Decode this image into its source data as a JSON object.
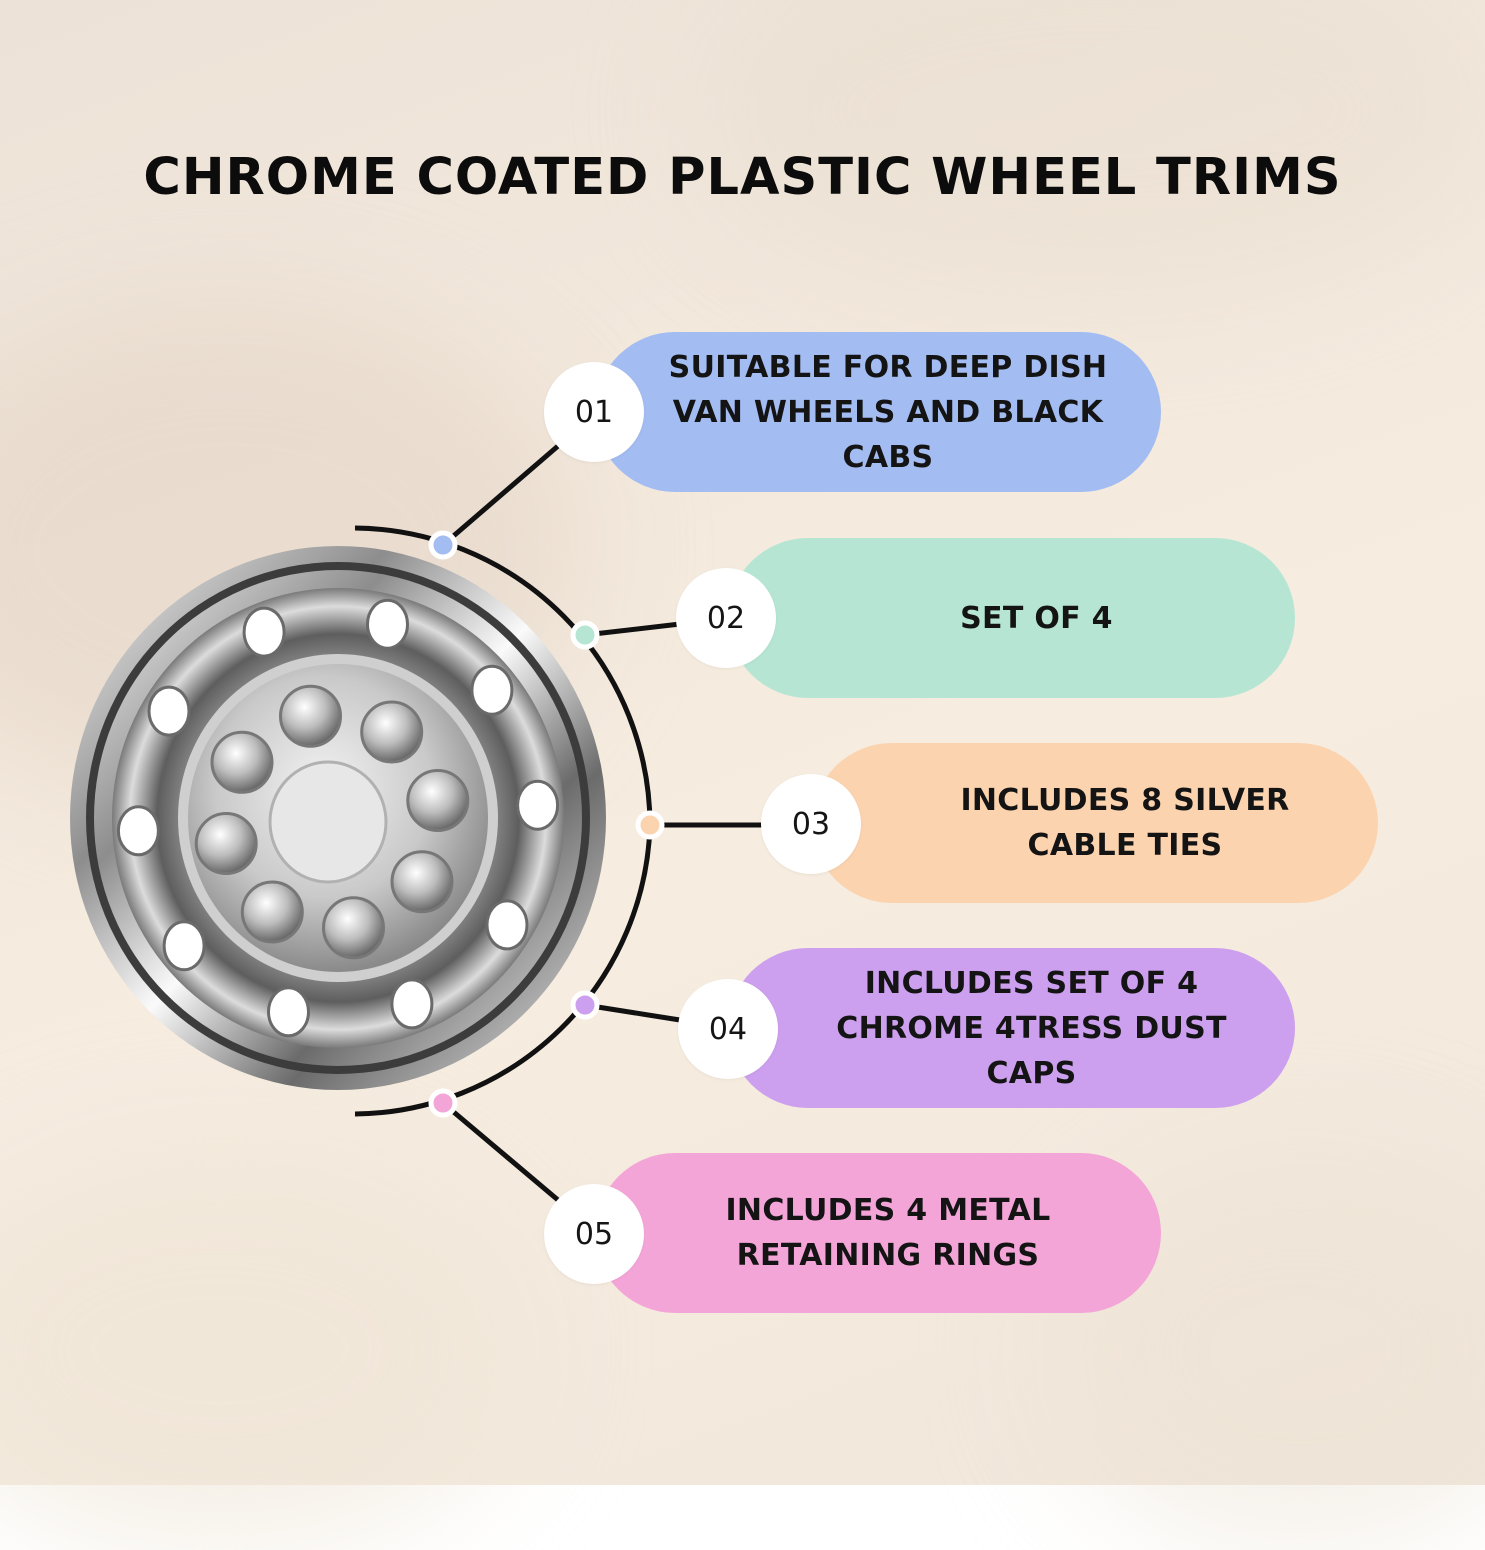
{
  "title": "CHROME COATED PLASTIC WHEEL TRIMS",
  "features": [
    {
      "number": "01",
      "lines": [
        "SUITABLE FOR DEEP DISH",
        "VAN WHEELS AND BLACK",
        "CABS"
      ],
      "color": "#a3bcf2"
    },
    {
      "number": "02",
      "lines": [
        "SET OF 4"
      ],
      "color": "#b6e6d3"
    },
    {
      "number": "03",
      "lines": [
        "INCLUDES 8 SILVER",
        "CABLE TIES"
      ],
      "color": "#fbd3af"
    },
    {
      "number": "04",
      "lines": [
        "INCLUDES SET OF 4",
        "CHROME 4TRESS DUST CAPS"
      ],
      "color": "#cca0ee"
    },
    {
      "number": "05",
      "lines": [
        "INCLUDES 4 METAL",
        "RETAINING RINGS"
      ],
      "color": "#f4a5d8"
    }
  ],
  "colors": {
    "connector": "#111111",
    "number_badge": "#ffffff"
  },
  "icons": {
    "product": "chrome-wheel-trim-image"
  }
}
